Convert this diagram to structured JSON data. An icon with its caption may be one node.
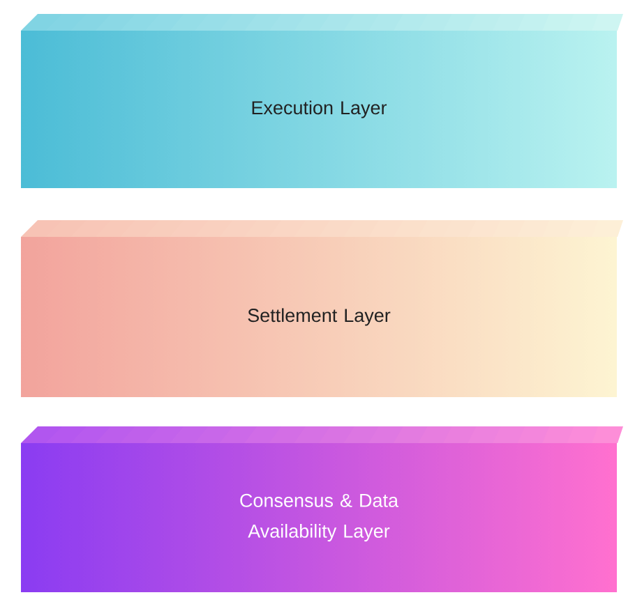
{
  "diagram": {
    "nodes": [
      {
        "text": [
          "Execution Layer"
        ]
      },
      {
        "text": [
          "Settlement Layer"
        ]
      },
      {
        "text": [
          "Consensus & Data Availability Layer"
        ]
      }
    ]
  }
}
